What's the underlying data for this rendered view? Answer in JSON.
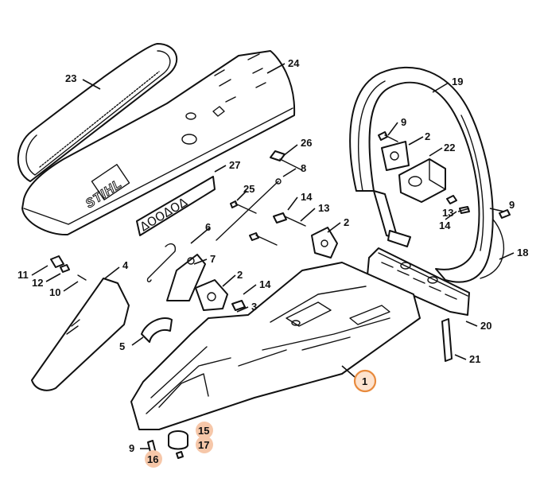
{
  "diagram": {
    "brand_text": "STIHL",
    "decal_text": "ΔOOΔOΔ",
    "highlight_color": "#e88a3d",
    "highlight_fill": "#f6c7a9",
    "callouts": {
      "c1": "1",
      "c2a": "2",
      "c2b": "2",
      "c2c": "2",
      "c3": "3",
      "c4": "4",
      "c5": "5",
      "c6": "6",
      "c7": "7",
      "c8": "8",
      "c9a": "9",
      "c9b": "9",
      "c9c": "9",
      "c10": "10",
      "c11": "11",
      "c12": "12",
      "c13a": "13",
      "c13b": "13",
      "c14a": "14",
      "c14b": "14",
      "c14c": "14",
      "c15": "15",
      "c16": "16",
      "c17": "17",
      "c18": "18",
      "c19": "19",
      "c20": "20",
      "c21": "21",
      "c22": "22",
      "c23": "23",
      "c24": "24",
      "c25": "25",
      "c26": "26",
      "c27": "27"
    }
  }
}
